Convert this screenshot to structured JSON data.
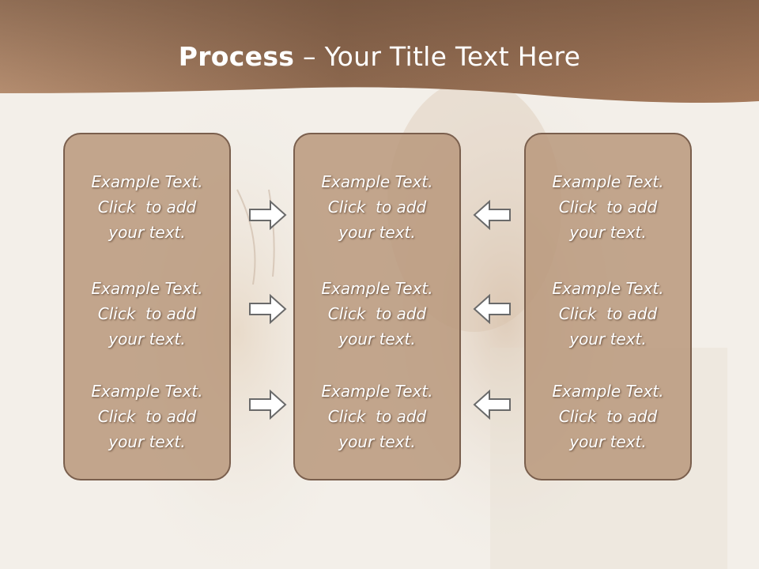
{
  "title": {
    "bold": "Process",
    "rest": " – Your Title Text Here"
  },
  "columns": [
    {
      "items": [
        {
          "lines": [
            "Example Text.",
            "Click  to add",
            "your text."
          ]
        },
        {
          "lines": [
            "Example Text.",
            "Click  to add",
            "your text."
          ]
        },
        {
          "lines": [
            "Example Text.",
            "Click  to add",
            "your text."
          ]
        }
      ]
    },
    {
      "items": [
        {
          "lines": [
            "Example Text.",
            "Click  to add",
            "your text."
          ]
        },
        {
          "lines": [
            "Example Text.",
            "Click  to add",
            "your text."
          ]
        },
        {
          "lines": [
            "Example Text.",
            "Click  to add",
            "your text."
          ]
        }
      ]
    },
    {
      "items": [
        {
          "lines": [
            "Example Text.",
            "Click  to add",
            "your text."
          ]
        },
        {
          "lines": [
            "Example Text.",
            "Click  to add",
            "your text."
          ]
        },
        {
          "lines": [
            "Example Text.",
            "Click  to add",
            "your text."
          ]
        }
      ]
    }
  ],
  "arrows": {
    "left_group": "right-arrow-icon",
    "right_group": "left-arrow-icon"
  },
  "colors": {
    "banner": "#9e7558",
    "panel": "#b9987d",
    "panel_border": "#7a5f4d",
    "text": "#ffffff"
  }
}
